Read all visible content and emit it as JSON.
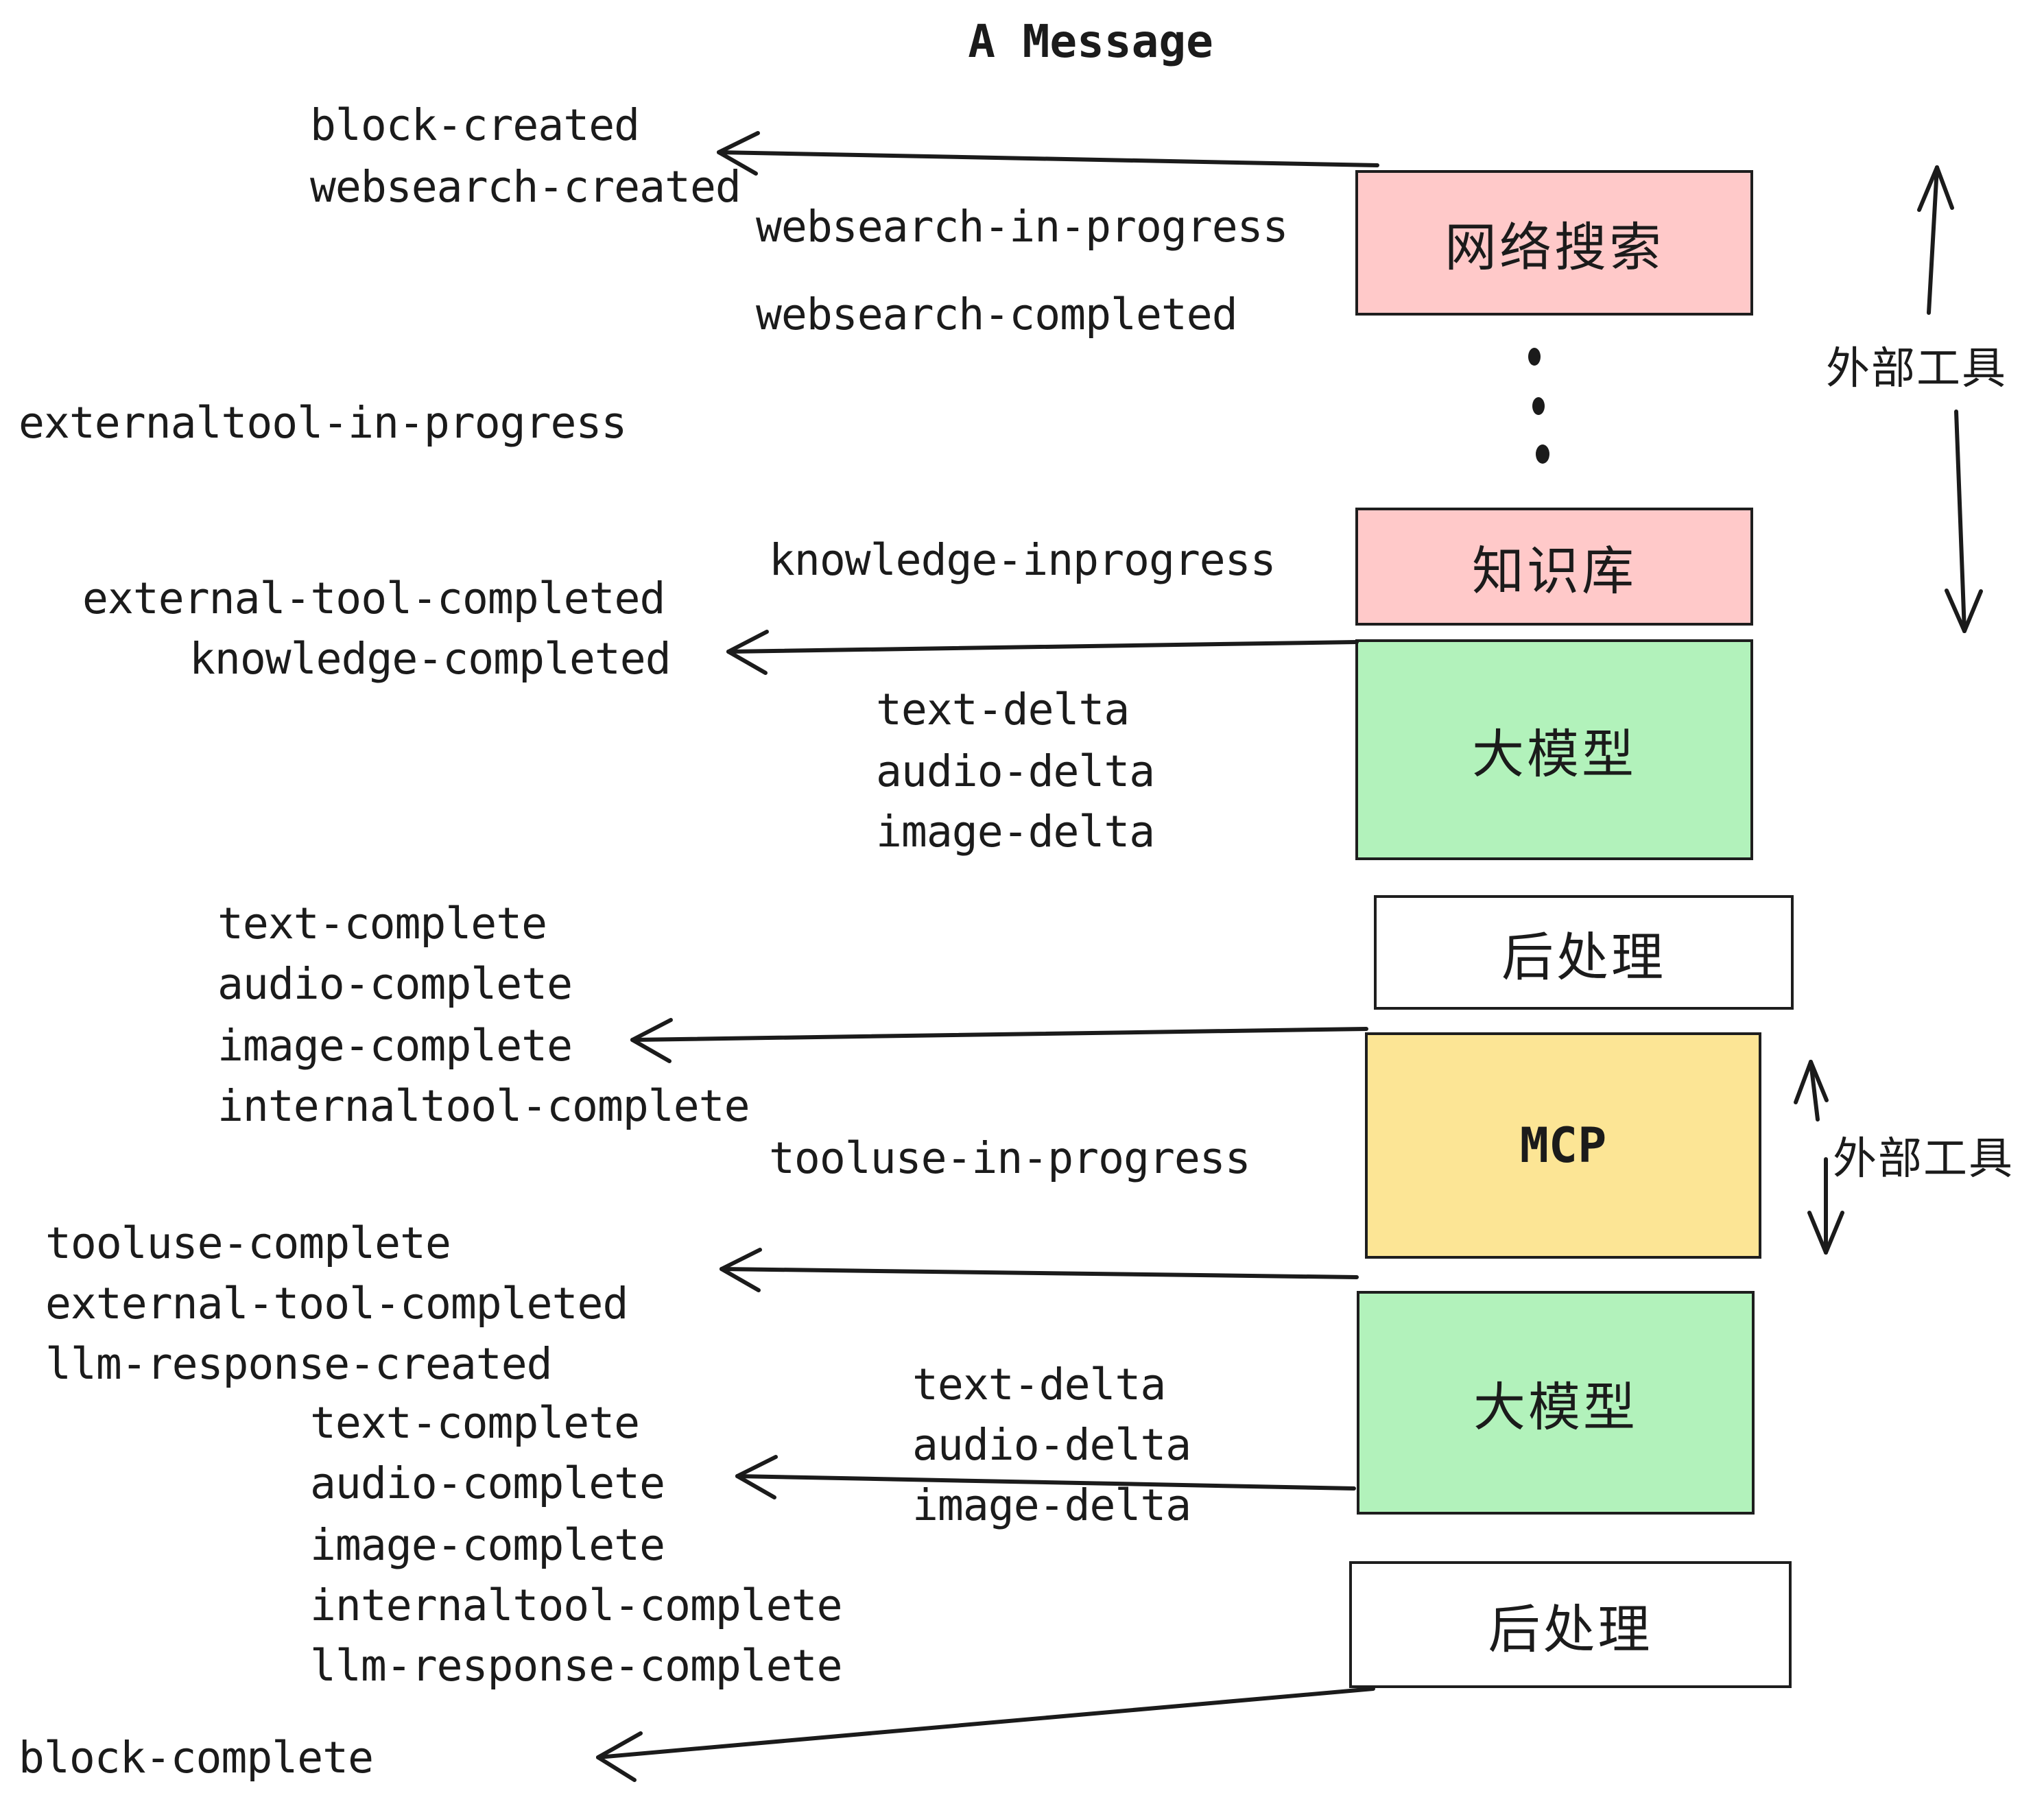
{
  "title": "A Message",
  "events": {
    "block_created": "block-created",
    "websearch_created": "websearch-created",
    "websearch_in_progress": "websearch-in-progress",
    "websearch_completed": "websearch-completed",
    "externaltool_in_progress": "externaltool-in-progress",
    "knowledge_inprogress": "knowledge-inprogress",
    "external_tool_completed": "external-tool-completed",
    "knowledge_completed": "knowledge-completed",
    "text_delta": "text-delta",
    "audio_delta": "audio-delta",
    "image_delta": "image-delta",
    "text_complete": "text-complete",
    "audio_complete": "audio-complete",
    "image_complete": "image-complete",
    "internaltool_complete": "internaltool-complete",
    "tooluse_in_progress": "tooluse-in-progress",
    "tooluse_complete": "tooluse-complete",
    "external_tool_completed_2": "external-tool-completed",
    "llm_response_created": "llm-response-created",
    "text_delta_2": "text-delta",
    "audio_delta_2": "audio-delta",
    "image_delta_2": "image-delta",
    "text_complete_2": "text-complete",
    "audio_complete_2": "audio-complete",
    "image_complete_2": "image-complete",
    "internaltool_complete_2": "internaltool-complete",
    "llm_response_complete": "llm-response-complete",
    "block_complete": "block-complete"
  },
  "boxes": {
    "websearch": {
      "label": "网络搜索",
      "color": "#ffc9c9"
    },
    "knowledge": {
      "label": "知识库",
      "color": "#ffc9c9"
    },
    "llm1": {
      "label": "大模型",
      "color": "#b2f2bb"
    },
    "postprocess1": {
      "label": "后处理",
      "color": "#ffffff"
    },
    "mcp": {
      "label": "MCP",
      "color": "#fce595"
    },
    "llm2": {
      "label": "大模型",
      "color": "#b2f2bb"
    },
    "postprocess2": {
      "label": "后处理",
      "color": "#ffffff"
    }
  },
  "annotations": {
    "external_tools_top": "外部工具",
    "external_tools_bottom": "外部工具"
  },
  "colors": {
    "pink": "#ffc9c9",
    "green": "#b2f2bb",
    "yellow": "#fce595",
    "stroke": "#1b1b1b"
  }
}
